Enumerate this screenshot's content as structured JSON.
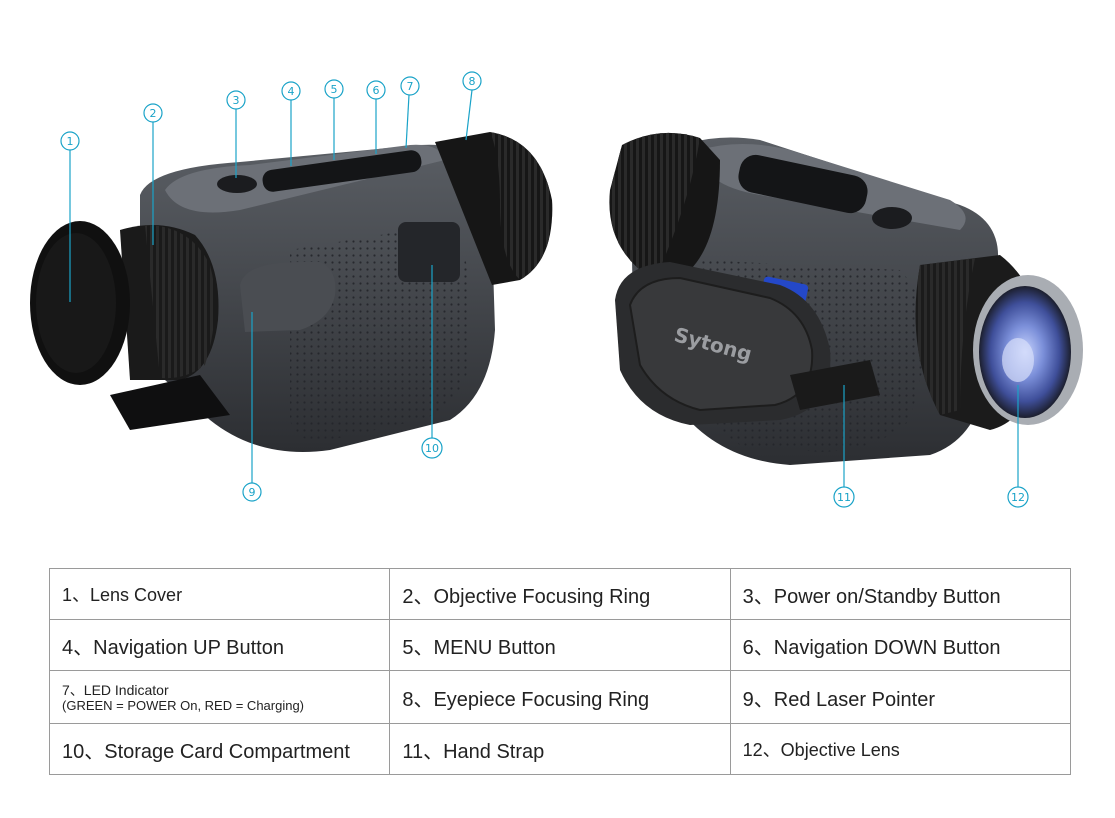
{
  "callouts": [
    "1",
    "2",
    "3",
    "4",
    "5",
    "6",
    "7",
    "8",
    "9",
    "10",
    "11",
    "12"
  ],
  "brand_text": "Sytong",
  "parts": [
    [
      "1、Lens Cover",
      "2、Objective Focusing Ring",
      "3、Power on/Standby Button"
    ],
    [
      "4、Navigation UP Button",
      "5、MENU Button",
      "6、Navigation DOWN Button"
    ],
    [
      "7、LED Indicator",
      "8、Eyepiece Focusing Ring",
      "9、Red Laser Pointer"
    ],
    [
      "10、Storage Card Compartment",
      "11、Hand Strap",
      "12、Objective Lens"
    ]
  ],
  "led_note": "(GREEN = POWER On, RED = Charging)",
  "colors": {
    "accent": "#1aa3c8",
    "body": "#3a3d42",
    "rubber": "#151515",
    "lens": "#6a8fd8",
    "border": "#9a9a9a"
  }
}
